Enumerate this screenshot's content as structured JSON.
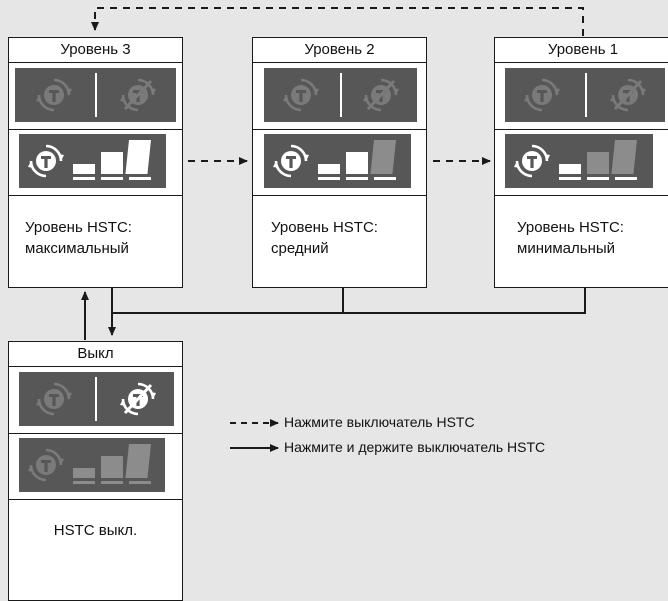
{
  "colors": {
    "background": "#e6e6e6",
    "screen": "#575757",
    "icon_inactive": "#7a7a7a",
    "icon_active": "#ffffff",
    "bar_inactive": "#8c8c8c"
  },
  "panels": [
    {
      "id": "level3",
      "title": "Уровень 3",
      "desc_line1": "Уровень HSTC:",
      "desc_line2": "максимальный",
      "active_bars": 3,
      "off_active": false
    },
    {
      "id": "level2",
      "title": "Уровень 2",
      "desc_line1": "Уровень HSTC:",
      "desc_line2": "средний",
      "active_bars": 2,
      "off_active": false
    },
    {
      "id": "level1",
      "title": "Уровень 1",
      "desc_line1": "Уровень HSTC:",
      "desc_line2": "минимальный",
      "active_bars": 1,
      "off_active": false
    },
    {
      "id": "off",
      "title": "Выкл",
      "desc_line1": "HSTC выкл.",
      "desc_line2": "",
      "active_bars": 0,
      "off_active": true
    }
  ],
  "legend": {
    "press": "Нажмите выключатель HSTC",
    "press_hold": "Нажмите и держите выключатель HSTC"
  }
}
